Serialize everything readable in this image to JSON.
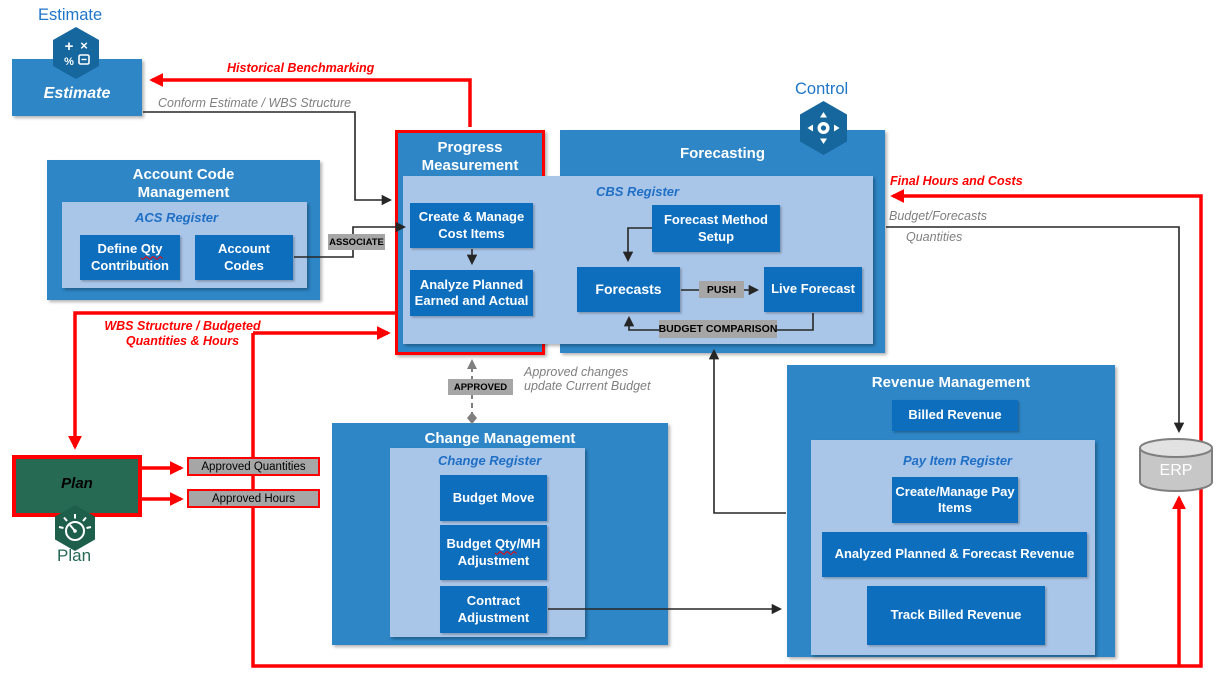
{
  "colors": {
    "box_blue": "#2E86C6",
    "button_blue": "#0D6EBE",
    "panel_blue": "#A9C5E8",
    "register_blue": "#1E6FC5",
    "green_box": "#266A53",
    "green_icon": "#1E5F4B",
    "red": "#FF0000",
    "gray_label": "#A6A6A6",
    "gray_text": "#7F7F7F",
    "icon_blue": "#15679E",
    "label_blue": "#1F76C8",
    "line_black": "#262626"
  },
  "nodes": {
    "estimate": {
      "outer_label": "Estimate",
      "box_label": "Estimate"
    },
    "control": {
      "outer_label": "Control"
    },
    "plan": {
      "outer_label": "Plan",
      "box_label": "Plan"
    },
    "erp": {
      "label": "ERP"
    },
    "acm": {
      "title": "Account Code Management",
      "register": "ACS Register",
      "define_qty": {
        "p1": "Define ",
        "misspelled": "Qty",
        "p2": " Contribution"
      },
      "account_codes": "Account Codes"
    },
    "pm": {
      "title": "Progress Measurement",
      "create_manage": "Create & Manage Cost Items",
      "analyze": "Analyze Planned Earned and Actual"
    },
    "forecasting": {
      "title": "Forecasting",
      "register": "CBS Register",
      "forecast_method": "Forecast Method Setup",
      "forecasts": "Forecasts",
      "live_forecast": "Live Forecast"
    },
    "cm": {
      "title": "Change Management",
      "register": "Change Register",
      "budget_move": "Budget Move",
      "budget_qty": {
        "p1": "Budget ",
        "misspelled": "Qty",
        "p2": "/MH Adjustment"
      },
      "contract_adjustment": "Contract Adjustment"
    },
    "rm": {
      "title": "Revenue Management",
      "billed_revenue": "Billed Revenue",
      "register": "Pay Item Register",
      "create_pay_items": "Create/Manage Pay Items",
      "analyzed_revenue": "Analyzed Planned & Forecast Revenue",
      "track_billed": "Track Billed Revenue"
    }
  },
  "connectors": {
    "historical_benchmarking": "Historical Benchmarking",
    "conform_estimate": "Conform Estimate / WBS Structure",
    "associate": "ASSOCIATE",
    "final_hours_costs": "Final Hours and Costs",
    "budget_forecasts": "Budget/Forecasts",
    "quantities": "Quantities",
    "wbs_structure": {
      "line1": "WBS Structure / Budgeted",
      "line2": "Quantities & Hours"
    },
    "push": "PUSH",
    "budget_comparison": "BUDGET COMPARISON",
    "approved": "APPROVED",
    "approved_changes": {
      "line1": "Approved changes",
      "line2": "update Current Budget"
    },
    "approved_quantities": "Approved Quantities",
    "approved_hours": "Approved Hours"
  }
}
